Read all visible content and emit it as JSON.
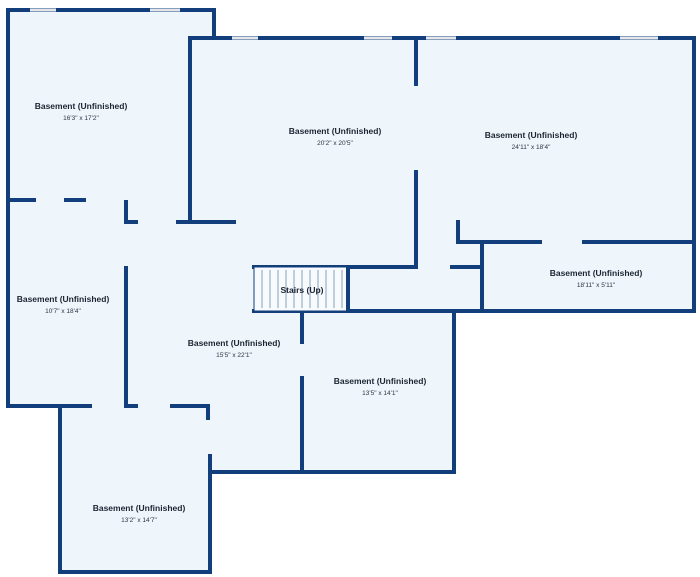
{
  "colors": {
    "wall": "#123e7c",
    "room_fill": "#eef6fc",
    "background": "#ffffff"
  },
  "rooms": [
    {
      "id": "basement-top-left",
      "name": "Basement (Unfinished)",
      "dims": "16'3\" x 17'2\""
    },
    {
      "id": "basement-top-center",
      "name": "Basement (Unfinished)",
      "dims": "20'2\" x 20'5\""
    },
    {
      "id": "basement-top-right",
      "name": "Basement (Unfinished)",
      "dims": "24'11\" x 18'4\""
    },
    {
      "id": "basement-right-small",
      "name": "Basement (Unfinished)",
      "dims": "18'11\" x 5'11\""
    },
    {
      "id": "basement-left",
      "name": "Basement (Unfinished)",
      "dims": "10'7\" x 18'4\""
    },
    {
      "id": "basement-center",
      "name": "Basement (Unfinished)",
      "dims": "15'5\" x 22'1\""
    },
    {
      "id": "basement-bottom-center",
      "name": "Basement (Unfinished)",
      "dims": "13'5\" x 14'1\""
    },
    {
      "id": "basement-bottom-left",
      "name": "Basement (Unfinished)",
      "dims": "13'2\" x 14'7\""
    }
  ],
  "stairs": {
    "label": "Stairs (Up)"
  }
}
